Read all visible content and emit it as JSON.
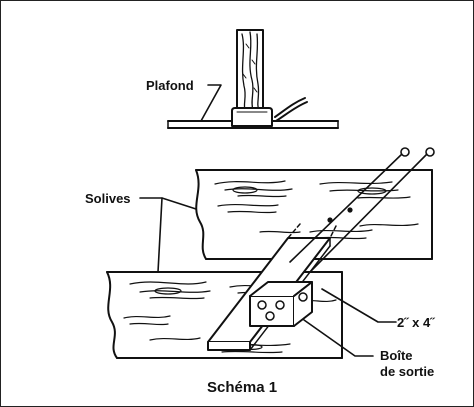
{
  "labels": {
    "ceiling": "Plafond",
    "joists": "Solives",
    "stud": "2˝ x 4˝",
    "box_line1": "Boîte",
    "box_line2": "de sortie"
  },
  "caption": "Schéma 1"
}
